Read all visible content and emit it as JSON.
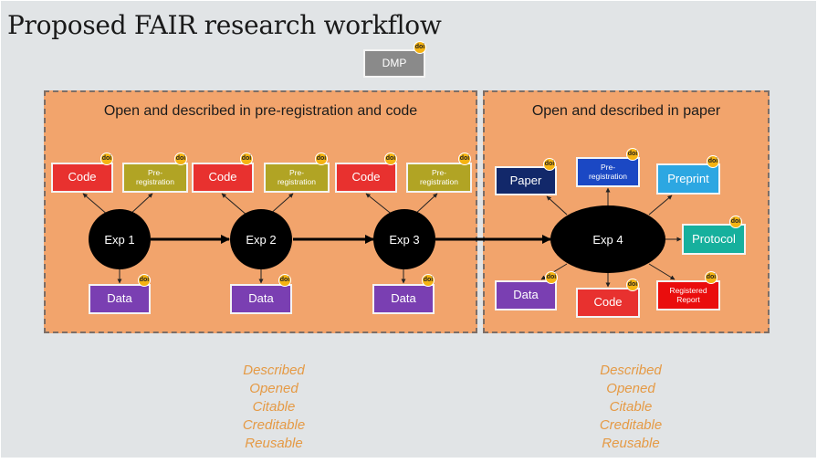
{
  "title": "Proposed FAIR research workflow",
  "dmp_label": "DMP",
  "doi_label": "doi",
  "panels": [
    {
      "title": "Open and described in pre-registration and code"
    },
    {
      "title": "Open and described in paper"
    }
  ],
  "experiments": [
    "Exp 1",
    "Exp 2",
    "Exp 3",
    "Exp 4"
  ],
  "left_boxes": {
    "code": "Code",
    "prereg": "Pre-\nregistration",
    "data": "Data"
  },
  "right_boxes": {
    "paper": "Paper",
    "prereg": "Pre-\nregistration",
    "preprint": "Preprint",
    "protocol": "Protocol",
    "data": "Data",
    "code": "Code",
    "registered_report": "Registered\nReport"
  },
  "qualities_left": [
    "Described",
    "Opened",
    "Citable",
    "Creditable",
    "Reusable"
  ],
  "qualities_right": [
    "Described",
    "Opened",
    "Citable",
    "Creditable",
    "Reusable"
  ],
  "colors": {
    "panel": "#f2a46c",
    "code": "#e8312f",
    "prereg_left": "#b1a424",
    "data": "#7a3fb2",
    "paper": "#12286a",
    "prereg_right": "#1b48c4",
    "preprint": "#2ca7e2",
    "protocol": "#16b09d",
    "registered_report": "#ea0d0d",
    "doi_badge": "#f5b312",
    "qualities_text": "#e59a45"
  }
}
